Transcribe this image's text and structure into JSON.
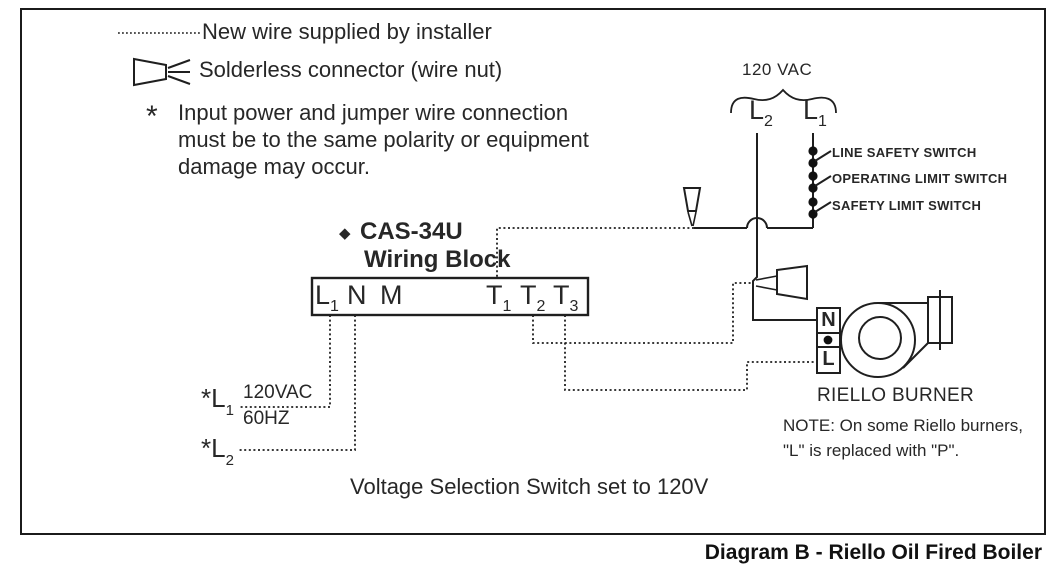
{
  "legend": {
    "new_wire_label": "New wire supplied by installer",
    "wire_nut_label": "Solderless connector (wire nut)",
    "asterisk": "*",
    "note_lines": [
      "Input power and jumper wire connection",
      "must be to the same polarity or equipment",
      "damage may occur."
    ]
  },
  "supply": {
    "voltage_label": "120 VAC",
    "line_l2": {
      "base": "L",
      "sub": "2"
    },
    "line_l1": {
      "base": "L",
      "sub": "1"
    },
    "switches": [
      "LINE SAFETY SWITCH",
      "OPERATING LIMIT SWITCH",
      "SAFETY LIMIT SWITCH"
    ]
  },
  "wiring_block": {
    "diamond_icon": "◆",
    "model": "CAS-34U",
    "name": "Wiring Block",
    "terminals": [
      {
        "base": "L",
        "sub": "1"
      },
      {
        "base": "N",
        "sub": ""
      },
      {
        "base": "M",
        "sub": ""
      },
      {
        "base": "T",
        "sub": "1"
      },
      {
        "base": "T",
        "sub": "2"
      },
      {
        "base": "T",
        "sub": "3"
      }
    ]
  },
  "input_power": {
    "l1": {
      "prefix": "*",
      "base": "L",
      "sub": "1"
    },
    "l1_rating_top": "120VAC",
    "l1_rating_bottom": "60HZ",
    "l2": {
      "prefix": "*",
      "base": "L",
      "sub": "2"
    }
  },
  "burner": {
    "terminal_n": "N",
    "terminal_l": "L",
    "name": "RIELLO BURNER",
    "note_lines": [
      "NOTE: On some Riello burners,",
      "\"L\" is replaced with \"P\"."
    ]
  },
  "footer": {
    "voltage_switch_note": "Voltage Selection Switch set to 120V",
    "caption": "Diagram B - Riello Oil Fired Boiler"
  },
  "colors": {
    "line": "#1f1f1f",
    "text": "#272727",
    "background": "#ffffff"
  }
}
